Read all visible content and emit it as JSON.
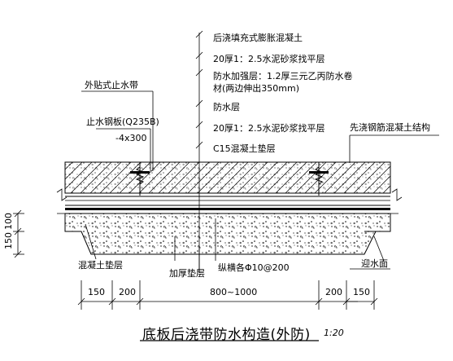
{
  "callouts": {
    "fill_concrete": "后浇填充式膨胀混凝土",
    "leveling_1": "20厚1：2.5水泥砂浆找平层",
    "reinforced_layer_1": "防水加强层：1.2厚三元乙丙防水卷",
    "reinforced_layer_2": "材(两边伸出350mm)",
    "waterproof_layer": "防水层",
    "leveling_2": "20厚1：2.5水泥砂浆找平层",
    "c15_cushion": "C15混凝土垫层",
    "external_waterstop": "外贴式止水带",
    "steel_waterstop": "止水钢板(Q235B)",
    "steel_waterstop_size": "-4x300",
    "cast_in_place_structure": "先浇钢筋混凝土结构",
    "concrete_cushion": "混凝土垫层",
    "thickened_cushion": "加厚垫层",
    "rebar": "纵横各Φ10@200",
    "water_face": "迎水面"
  },
  "dimensions": {
    "d150_left": "150",
    "d200_left": "200",
    "d_middle": "800~1000",
    "d200_right": "200",
    "d150_right": "150",
    "v100": "100",
    "v150": "150"
  },
  "title": "底板后浇带防水构造(外防)",
  "scale": "1:20"
}
